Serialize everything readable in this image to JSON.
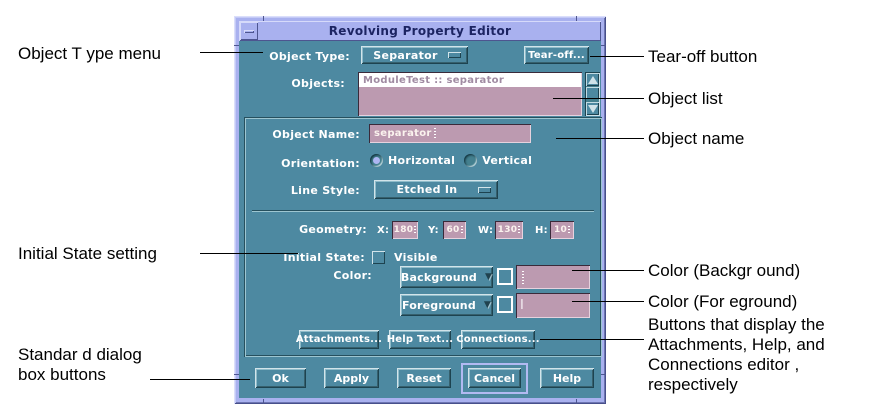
{
  "window": {
    "title": "Revolving Property Editor"
  },
  "colors": {
    "dialog_background": "#4d89a1",
    "frame": "#a9b1ef",
    "field_pink": "#bc9ab0",
    "label_text": "#ffffff",
    "title_text": "#1c2462"
  },
  "top_panel": {
    "object_type": {
      "label": "Object Type:",
      "value": "Separator"
    },
    "tear_off_label": "Tear-off...",
    "objects": {
      "label": "Objects:",
      "items": [
        "ModuleTest :: separator"
      ]
    }
  },
  "main_panel": {
    "object_name": {
      "label": "Object Name:",
      "value": "separator"
    },
    "orientation": {
      "label": "Orientation:",
      "options": [
        {
          "label": "Horizontal",
          "selected": true
        },
        {
          "label": "Vertical",
          "selected": false
        }
      ]
    },
    "line_style": {
      "label": "Line Style:",
      "value": "Etched In"
    },
    "geometry": {
      "label": "Geometry:",
      "fields": [
        {
          "label": "X:",
          "value": "180"
        },
        {
          "label": "Y:",
          "value": "60"
        },
        {
          "label": "W:",
          "value": "130"
        },
        {
          "label": "H:",
          "value": "10"
        }
      ]
    },
    "initial_state": {
      "label": "Initial State:",
      "checkbox_label": "Visible",
      "checked": false
    },
    "color": {
      "label": "Color:",
      "rows": [
        {
          "menu_label": "Background",
          "field_value": ""
        },
        {
          "menu_label": "Foreground",
          "field_value": ""
        }
      ]
    },
    "editor_buttons": [
      {
        "label": "Attachments..."
      },
      {
        "label": "Help Text..."
      },
      {
        "label": "Connections..."
      }
    ]
  },
  "footer_buttons": [
    {
      "label": "Ok",
      "default": false
    },
    {
      "label": "Apply",
      "default": false
    },
    {
      "label": "Reset",
      "default": false
    },
    {
      "label": "Cancel",
      "default": true
    },
    {
      "label": "Help",
      "default": false
    }
  ],
  "callouts": {
    "left": [
      {
        "lines": [
          "Object T ype menu"
        ]
      },
      {
        "lines": [
          "Initial State setting"
        ]
      },
      {
        "lines": [
          "Standar d dialog",
          "box buttons"
        ]
      }
    ],
    "right": [
      {
        "lines": [
          "Tear-off button"
        ]
      },
      {
        "lines": [
          "Object list"
        ]
      },
      {
        "lines": [
          "Object name"
        ]
      },
      {
        "lines": [
          "Color (Backgr ound)"
        ]
      },
      {
        "lines": [
          "Color (For eground)"
        ]
      },
      {
        "lines": [
          "Buttons that display the",
          "Attachments, Help, and",
          "Connections editor ,",
          "respectively"
        ]
      }
    ]
  }
}
